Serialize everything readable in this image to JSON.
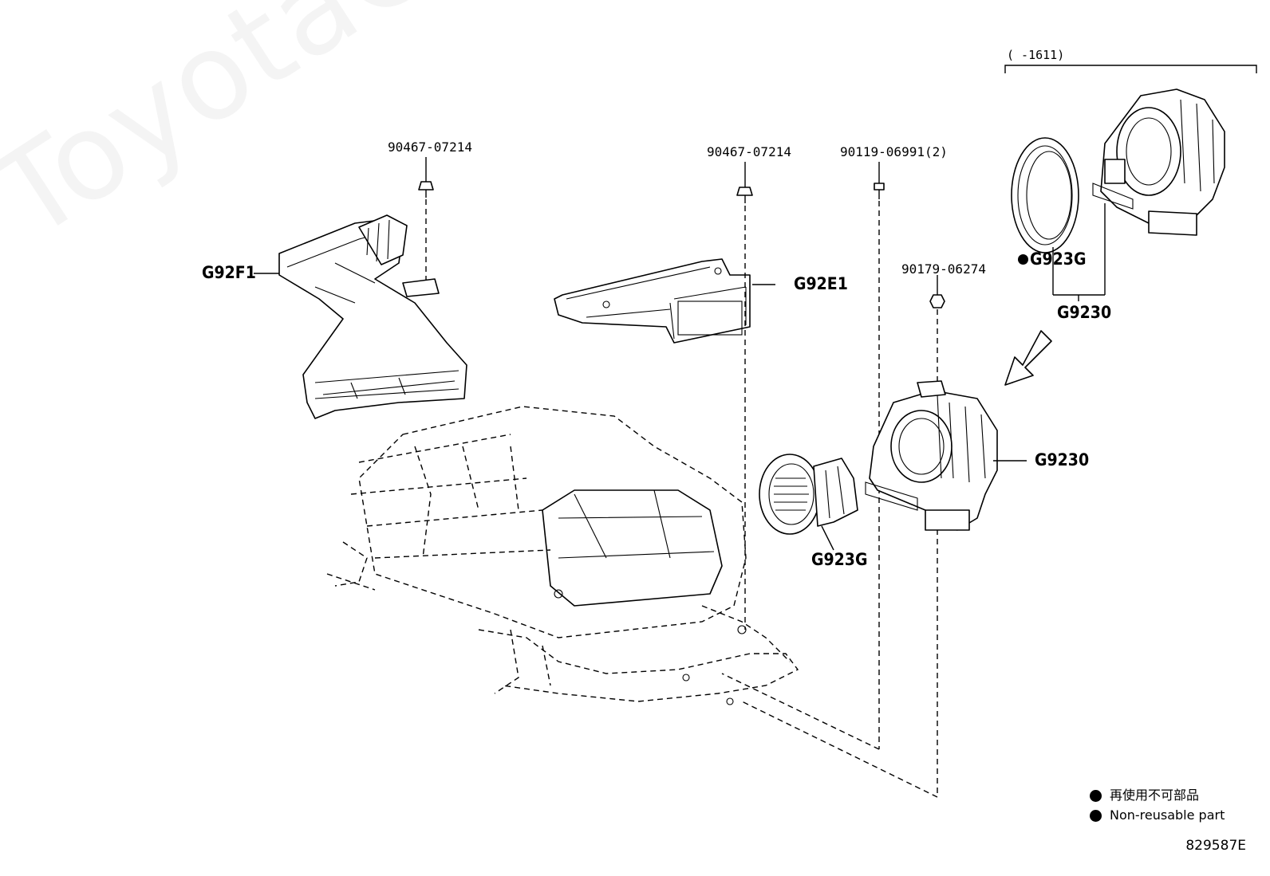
{
  "callouts": {
    "bolt_a": "90467-07214",
    "bolt_b": "90467-07214",
    "screw": "90119-06991(2)",
    "nut": "90179-06274",
    "duct_left": "G92F1",
    "duct_center": "G92E1",
    "seal_top": "G923G",
    "blower_top": "G9230",
    "blower_main": "G9230",
    "seal_main": "G923G",
    "range_note": "(      -1611)"
  },
  "legend": {
    "jp": "再使用不可部品",
    "en": "Non-reusable part"
  },
  "watermark": "ToyotaCarMinerr",
  "diagram_id": "829587E"
}
